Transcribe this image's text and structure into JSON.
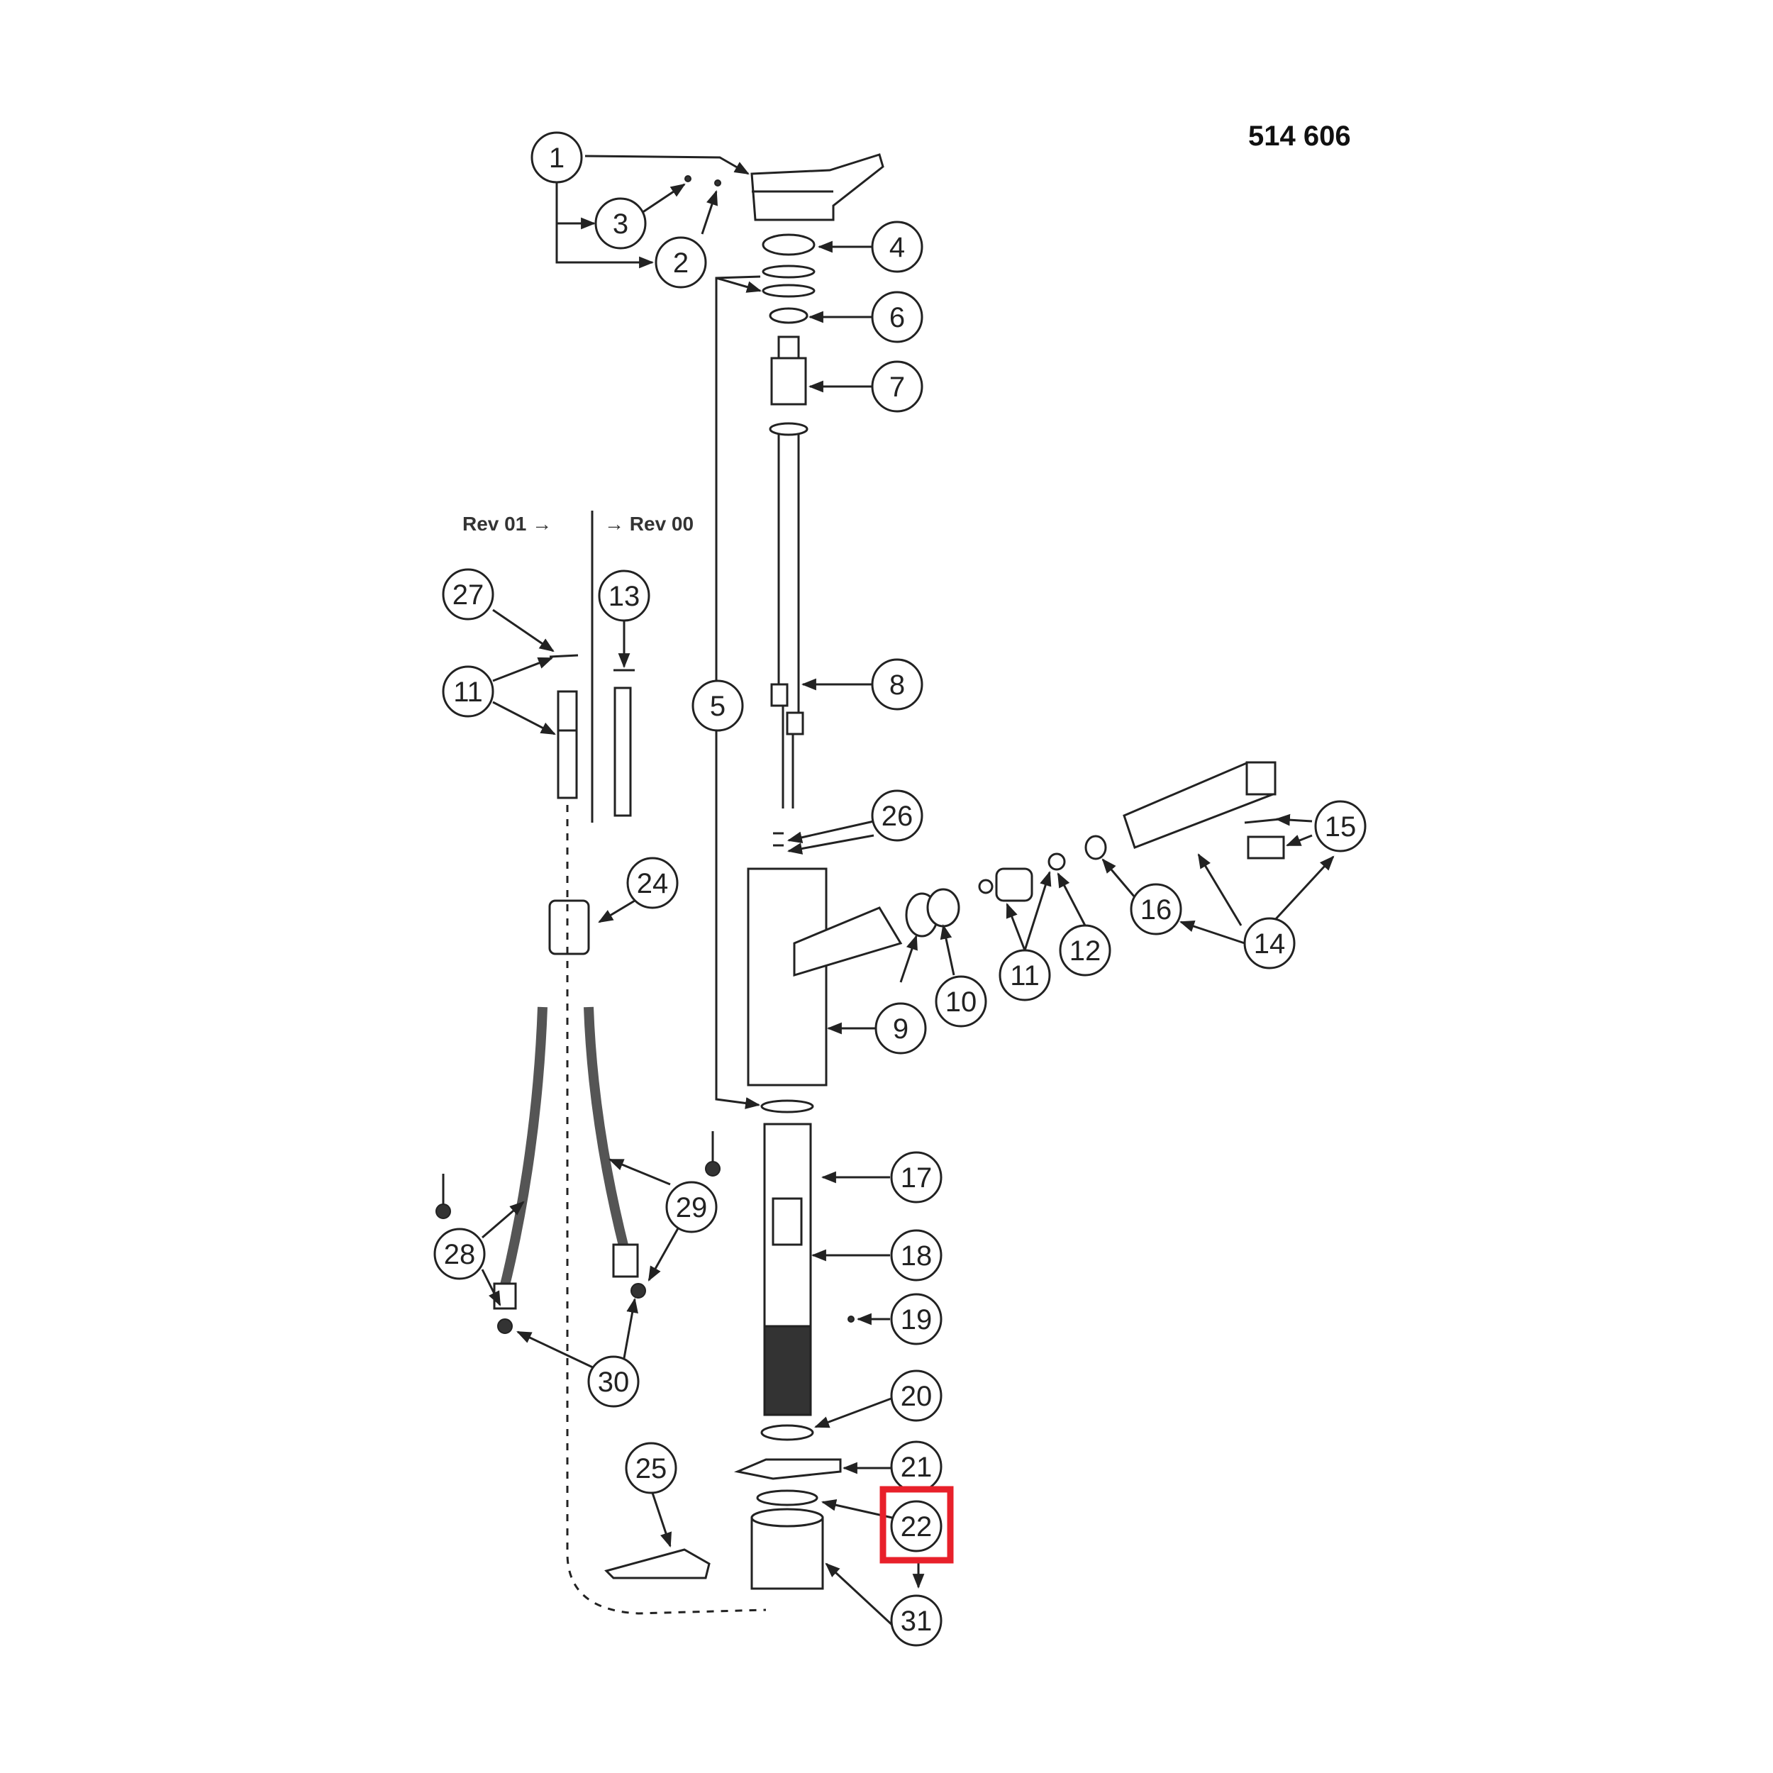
{
  "document": {
    "part_number": "514 606"
  },
  "revision": {
    "left": "Rev 01 →",
    "right": "→ Rev 00"
  },
  "callouts": [
    "1",
    "2",
    "3",
    "4",
    "5",
    "6",
    "7",
    "8",
    "9",
    "10",
    "11",
    "11",
    "12",
    "13",
    "14",
    "15",
    "16",
    "17",
    "18",
    "19",
    "20",
    "21",
    "22",
    "24",
    "25",
    "26",
    "27",
    "28",
    "29",
    "30",
    "31"
  ],
  "highlight": {
    "target": "22",
    "color": "#e8202a"
  }
}
